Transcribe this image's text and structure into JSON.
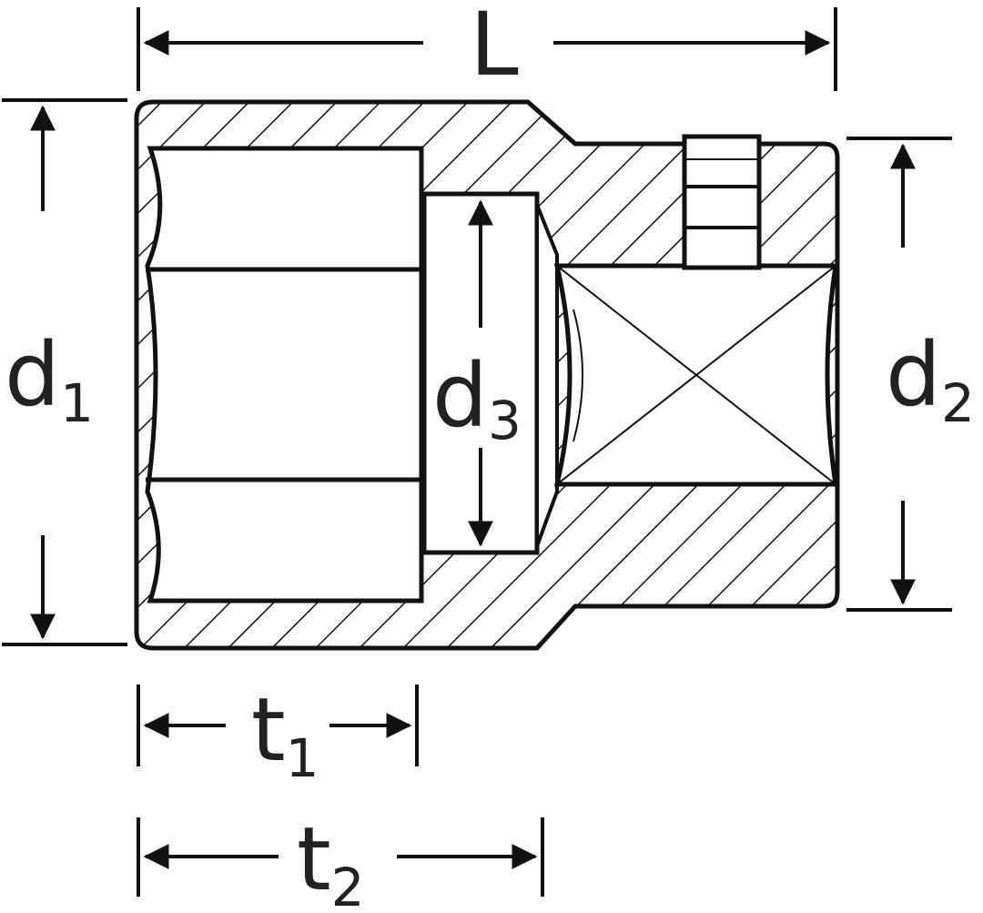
{
  "labels": {
    "L": "L",
    "d1": {
      "main": "d",
      "sub": "1"
    },
    "d2": {
      "main": "d",
      "sub": "2"
    },
    "d3": {
      "main": "d",
      "sub": "3"
    },
    "t1": {
      "main": "t",
      "sub": "1"
    },
    "t2": {
      "main": "t",
      "sub": "2"
    }
  }
}
